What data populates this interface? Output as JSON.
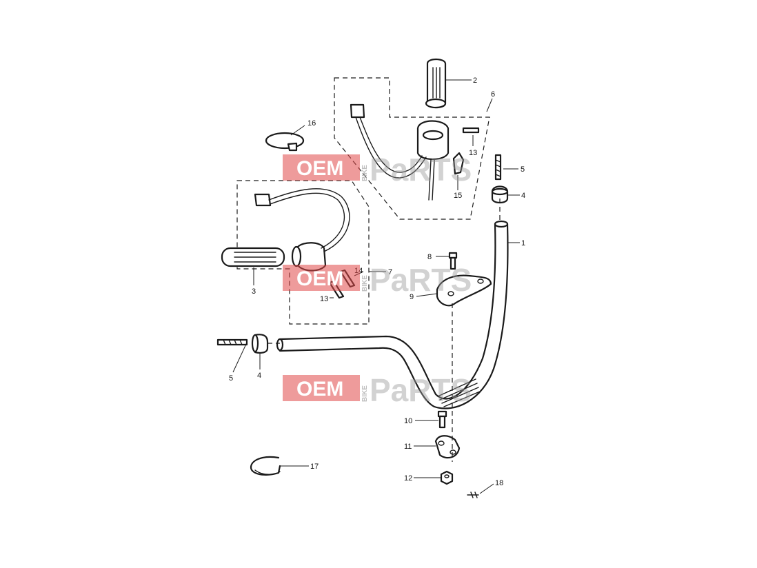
{
  "diagram": {
    "callouts": [
      "1",
      "2",
      "3",
      "4",
      "4",
      "5",
      "5",
      "6",
      "7",
      "8",
      "9",
      "10",
      "11",
      "12",
      "13",
      "13",
      "14",
      "15",
      "16",
      "17",
      "18"
    ],
    "watermark": {
      "oem": "OEM",
      "bike": "BIKE",
      "parts": "PaRTS"
    }
  }
}
